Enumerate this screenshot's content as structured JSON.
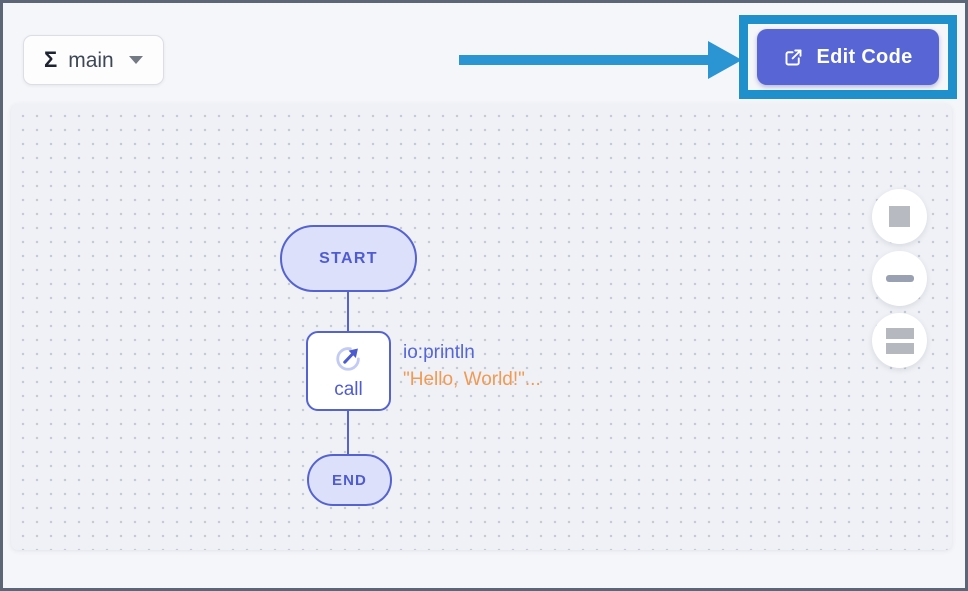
{
  "header": {
    "function_selector": {
      "sigma": "Σ",
      "label": "main",
      "chevron_icon": "chevron-down-icon"
    },
    "edit_code_button": {
      "label": "Edit Code",
      "icon": "external-link-icon"
    }
  },
  "diagram": {
    "start_label": "START",
    "call_label": "call",
    "call_function": "io:println",
    "call_argument": "\"Hello, World!\"...",
    "end_label": "END"
  },
  "zoom_controls": {
    "icons": [
      "square-icon",
      "minus-icon",
      "stacked-bars-icon"
    ]
  },
  "colors": {
    "accent_indigo": "#5563d0",
    "node_fill": "#dce0fa",
    "call_function_blue": "#5466d8",
    "argument_orange": "#f09a52",
    "annotation_arrow_blue": "#2b94d3",
    "highlight_frame_blue": "#1f90cc",
    "edit_code_purple": "#5766d4",
    "window_border": "#5c6676",
    "canvas_bg": "#eff1f6"
  }
}
